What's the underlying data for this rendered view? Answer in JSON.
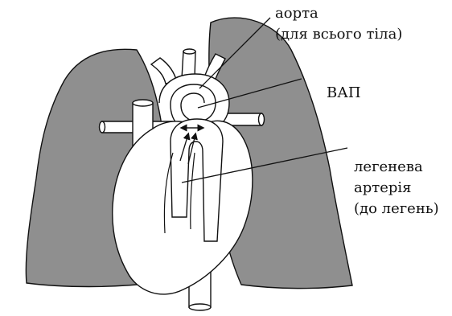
{
  "labels": {
    "aorta": [
      "аорта",
      "(для всього тіла)"
    ],
    "vap": [
      "ВАП"
    ],
    "pulmonary": [
      "легенева",
      "артерія",
      "(до легень)"
    ]
  },
  "colors": {
    "lung_fill": "#8f8f8f",
    "outline": "#111111",
    "organ_fill": "#ffffff"
  }
}
